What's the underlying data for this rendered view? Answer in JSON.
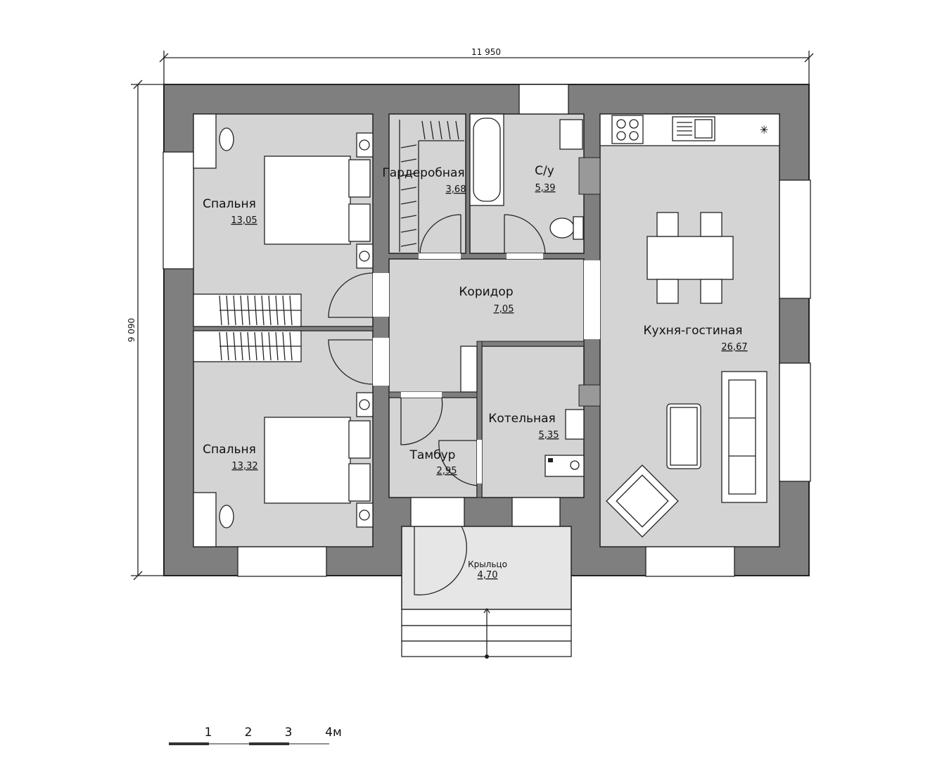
{
  "dimensions": {
    "width_label": "11 950",
    "height_label": "9 090"
  },
  "rooms": [
    {
      "name": "Спальня",
      "area": "13,05"
    },
    {
      "name": "Гардеробная",
      "area": "3,68"
    },
    {
      "name": "С/у",
      "area": "5,39"
    },
    {
      "name": "Коридор",
      "area": "7,05"
    },
    {
      "name": "Кухня-гостиная",
      "area": "26,67"
    },
    {
      "name": "Спальня",
      "area": "13,32"
    },
    {
      "name": "Котельная",
      "area": "5,35"
    },
    {
      "name": "Тамбур",
      "area": "2,95"
    },
    {
      "name": "Крыльцо",
      "area": "4,70"
    }
  ],
  "scale_bar": {
    "ticks": [
      "1",
      "2",
      "3",
      "4м"
    ]
  },
  "colors": {
    "wall": "#7f7f7f",
    "room": "#d4d4d4",
    "porch": "#e6e6e6"
  }
}
